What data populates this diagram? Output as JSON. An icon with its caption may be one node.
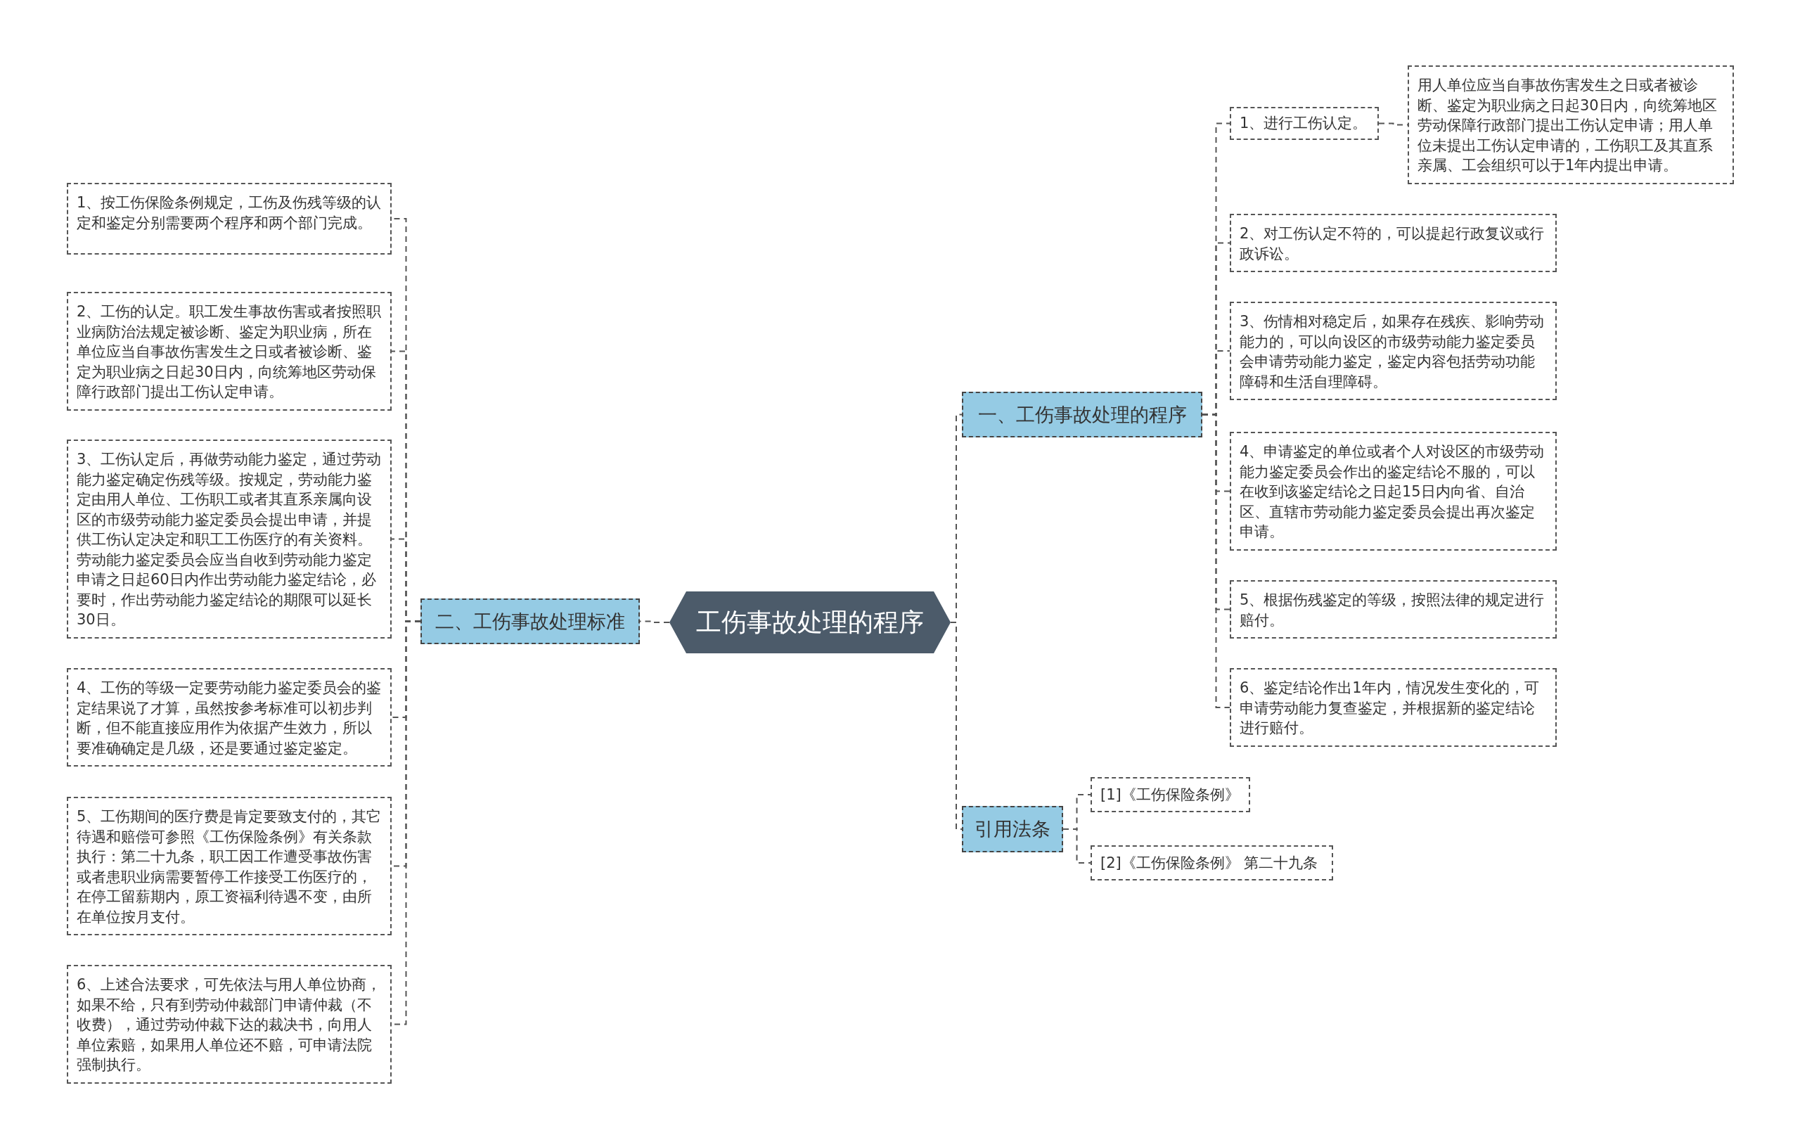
{
  "diagram": {
    "nodes": [
      {
        "text": [
          "工伤事故处理的程序"
        ]
      },
      {
        "text": [
          "一、工伤事故处理的程序"
        ]
      },
      {
        "text": [
          "1、进行工伤认定。"
        ]
      },
      {
        "text": [
          "用人单位应当自事故伤害发生之日或者被诊断、鉴定为职业病之日起30日内，向统筹地区劳动保障行政部门提出工伤认定申请；用人单位未提出工伤认定申请的，工伤职工及其直系亲属、工会组织可以于1年内提出申请。"
        ]
      },
      {
        "text": [
          "2、对工伤认定不符的，可以提起行政复议或行政诉讼。"
        ]
      },
      {
        "text": [
          "3、伤情相对稳定后，如果存在残疾、影响劳动能力的，可以向设区的市级劳动能力鉴定委员会申请劳动能力鉴定，鉴定内容包括劳动功能障碍和生活自理障碍。"
        ]
      },
      {
        "text": [
          "4、申请鉴定的单位或者个人对设区的市级劳动能力鉴定委员会作出的鉴定结论不服的，可以在收到该鉴定结论之日起15日内向省、自治区、直辖市劳动能力鉴定委员会提出再次鉴定申请。"
        ]
      },
      {
        "text": [
          "5、根据伤残鉴定的等级，按照法律的规定进行赔付。"
        ]
      },
      {
        "text": [
          "6、鉴定结论作出1年内，情况发生变化的，可申请劳动能力复查鉴定，并根据新的鉴定结论进行赔付。"
        ]
      },
      {
        "text": [
          "引用法条"
        ]
      },
      {
        "text": [
          "[1]《工伤保险条例》"
        ]
      },
      {
        "text": [
          "[2]《工伤保险条例》 第二十九条"
        ]
      },
      {
        "text": [
          "二、工伤事故处理标准"
        ]
      },
      {
        "text": [
          "1、按工伤保险条例规定，工伤及伤残等级的认定和鉴定分别需要两个程序和两个部门完成。"
        ]
      },
      {
        "text": [
          "2、工伤的认定。职工发生事故伤害或者按照职业病防治法规定被诊断、鉴定为职业病，所在单位应当自事故伤害发生之日或者被诊断、鉴定为职业病之日起30日内，向统筹地区劳动保障行政部门提出工伤认定申请。"
        ]
      },
      {
        "text": [
          "3、工伤认定后，再做劳动能力鉴定，通过劳动能力鉴定确定伤残等级。按规定，劳动能力鉴定由用人单位、工伤职工或者其直系亲属向设区的市级劳动能力鉴定委员会提出申请，并提供工伤认定决定和职工工伤医疗的有关资料。劳动能力鉴定委员会应当自收到劳动能力鉴定申请之日起60日内作出劳动能力鉴定结论，必要时，作出劳动能力鉴定结论的期限可以延长30日。"
        ]
      },
      {
        "text": [
          "4、工伤的等级一定要劳动能力鉴定委员会的鉴定结果说了才算，虽然按参考标准可以初步判断，但不能直接应用作为依据产生效力，所以要准确确定是几级，还是要通过鉴定鉴定。"
        ]
      },
      {
        "text": [
          "5、工伤期间的医疗费是肯定要致支付的，其它待遇和赔偿可参照《工伤保险条例》有关条款执行：第二十九条，职工因工作遭受事故伤害或者患职业病需要暂停工作接受工伤医疗的，在停工留薪期内，原工资福利待遇不变，由所在单位按月支付。"
        ]
      },
      {
        "text": [
          "6、上述合法要求，可先依法与用人单位协商，如果不给，只有到劳动仲裁部门申请仲裁（不收费），通过劳动仲裁下达的裁决书，向用人单位索赔，如果用人单位还不赔，可申请法院强制执行。"
        ]
      }
    ],
    "edges": [
      {
        "from": 0,
        "to": 1,
        "arrow": "none"
      },
      {
        "from": 0,
        "to": 9,
        "arrow": "none"
      },
      {
        "from": 0,
        "to": 12,
        "arrow": "none"
      },
      {
        "from": 1,
        "to": 2,
        "arrow": "none"
      },
      {
        "from": 1,
        "to": 4,
        "arrow": "none"
      },
      {
        "from": 1,
        "to": 5,
        "arrow": "none"
      },
      {
        "from": 1,
        "to": 6,
        "arrow": "none"
      },
      {
        "from": 1,
        "to": 7,
        "arrow": "none"
      },
      {
        "from": 1,
        "to": 8,
        "arrow": "none"
      },
      {
        "from": 2,
        "to": 3,
        "arrow": "none"
      },
      {
        "from": 9,
        "to": 10,
        "arrow": "none"
      },
      {
        "from": 9,
        "to": 11,
        "arrow": "none"
      },
      {
        "from": 12,
        "to": 13,
        "arrow": "none"
      },
      {
        "from": 12,
        "to": 14,
        "arrow": "none"
      },
      {
        "from": 12,
        "to": 15,
        "arrow": "none"
      },
      {
        "from": 12,
        "to": 16,
        "arrow": "none"
      },
      {
        "from": 12,
        "to": 17,
        "arrow": "none"
      },
      {
        "from": 12,
        "to": 18,
        "arrow": "none"
      }
    ]
  }
}
